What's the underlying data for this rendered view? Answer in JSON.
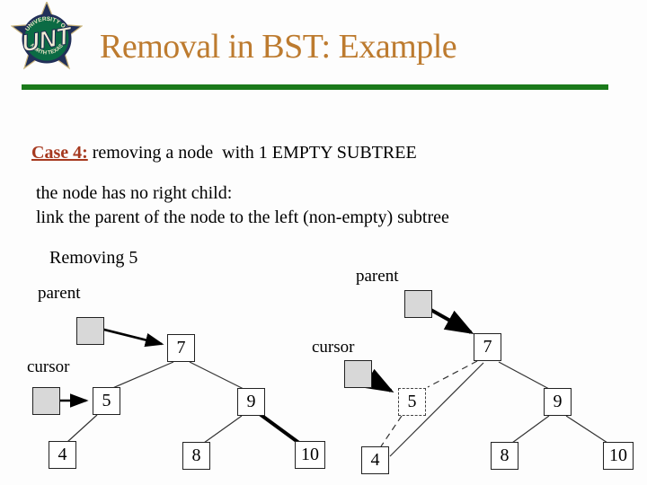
{
  "slide": {
    "title": "Removal in BST: Example",
    "logo": {
      "acronym": "UNT",
      "arc_top": "UNIVERSITY OF",
      "arc_bottom": "NORTH TEXAS"
    },
    "case": {
      "label": "Case 4:",
      "text": " removing a node  with 1 EMPTY SUBTREE"
    },
    "rule_lines": [
      "the node has no right child:",
      "link the parent of the node to the left (non-empty) subtree"
    ],
    "action_label": "Removing 5",
    "colors": {
      "title": "#bd7b2f",
      "divider_green": "#1a7a1a",
      "case_label_red": "#a6391f",
      "pointer_box_gray": "#d8d8d8"
    }
  },
  "diagram": {
    "before": {
      "parent_label": "parent",
      "cursor_label": "cursor",
      "nodes": {
        "n7": "7",
        "n5": "5",
        "n9": "9",
        "n4": "4",
        "n8": "8",
        "n10": "10"
      },
      "edges": [
        "7-5",
        "7-9",
        "5-4",
        "9-8",
        "9-10"
      ],
      "pointers": [
        {
          "name": "parent",
          "points_to": "7"
        },
        {
          "name": "cursor",
          "points_to": "5"
        }
      ]
    },
    "after": {
      "parent_label": "parent",
      "cursor_label": "cursor",
      "nodes": {
        "n7": "7",
        "n5": "5",
        "n9": "9",
        "n4": "4",
        "n8": "8",
        "n10": "10"
      },
      "removed_node": "5",
      "solid_edges": [
        "7-9",
        "9-8",
        "9-10",
        "7-4"
      ],
      "dashed_edges": [
        "7-5",
        "5-4"
      ],
      "pointers": [
        {
          "name": "parent",
          "points_to": "7"
        },
        {
          "name": "cursor",
          "points_to": "5"
        }
      ]
    }
  }
}
